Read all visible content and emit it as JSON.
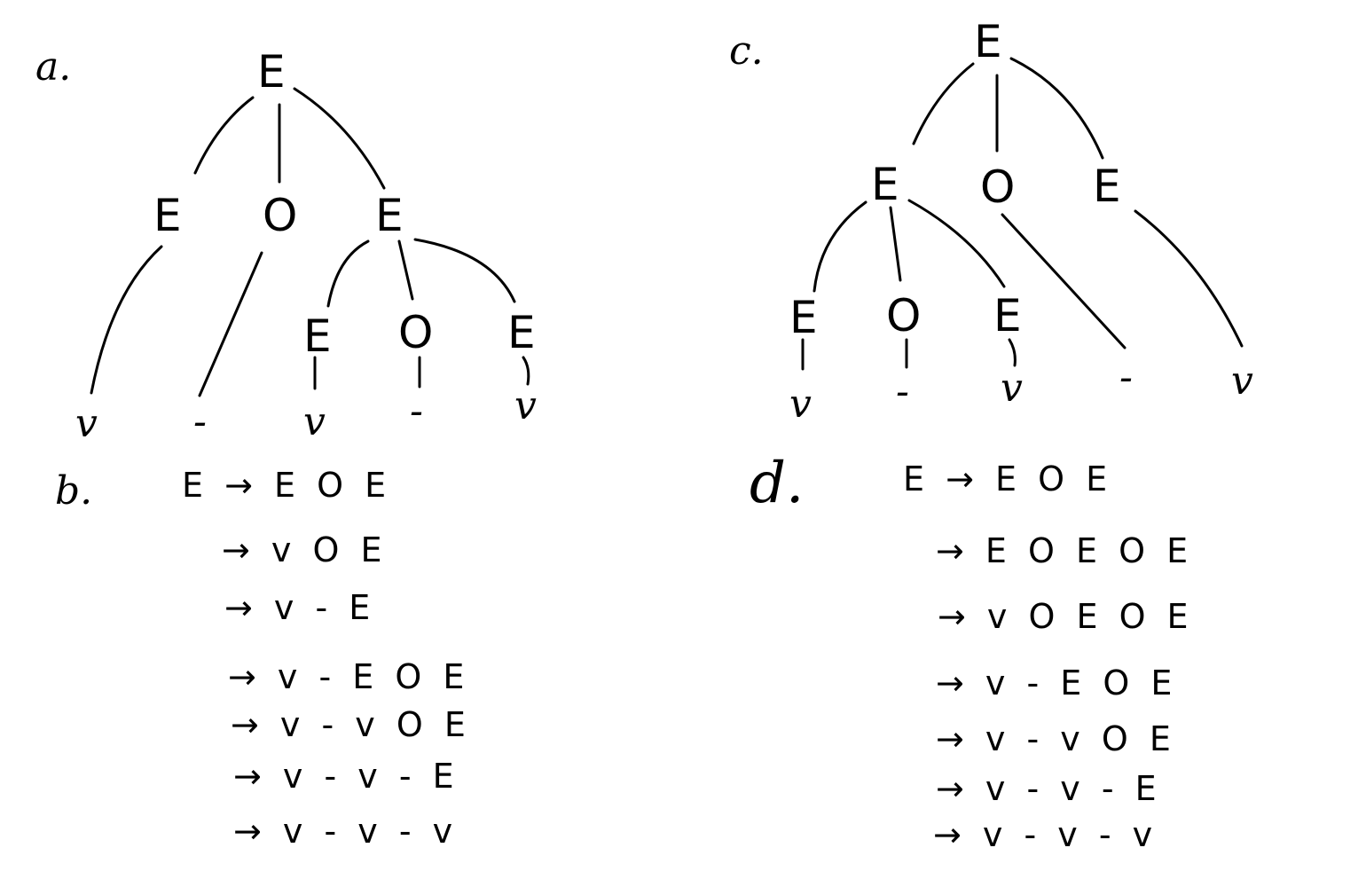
{
  "panels": {
    "a": {
      "label": "a.",
      "root": "E",
      "level1": [
        "E",
        "O",
        "E"
      ],
      "level2": [
        "E",
        "O",
        "E"
      ],
      "leaves": [
        "v",
        "-",
        "v",
        "-",
        "v"
      ]
    },
    "c": {
      "label": "c.",
      "root": "E",
      "level1": [
        "E",
        "O",
        "E"
      ],
      "level2": [
        "E",
        "O",
        "E"
      ],
      "leaves": [
        "v",
        "-",
        "v",
        "-",
        "v"
      ]
    },
    "b": {
      "label": "b.",
      "lines": [
        "E → E O E",
        "→ v O E",
        "→ v - E",
        "→ v - E O E",
        "→ v - v O E",
        "→ v - v - E",
        "→ v - v - v"
      ]
    },
    "d": {
      "label": "d.",
      "lines": [
        "E → E O E",
        "→ E O E O E",
        "→ v O E O E",
        "→ v - E O E",
        "→ v - v O E",
        "→ v - v - E",
        "→ v - v - v"
      ]
    }
  }
}
